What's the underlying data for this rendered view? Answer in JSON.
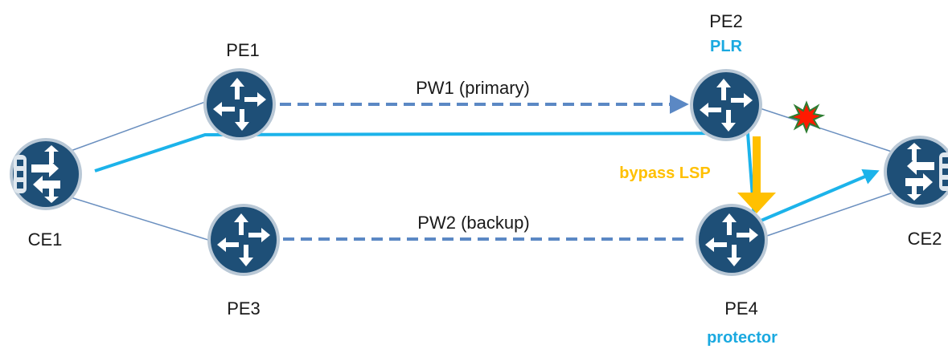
{
  "colors": {
    "router_fill": "#1e4f77",
    "router_ring": "#b9c8d6",
    "router_arrow": "#ffffff",
    "link_line": "#6a8fbf",
    "pseudowire_dashed": "#5b88c4",
    "active_path": "#1cb3ea",
    "bypass_arrow": "#ffc000",
    "role_label": "#1aa9e0",
    "bypass_label": "#ffc000",
    "failure_burst": "#ff1a00",
    "failure_burst_edge": "#2e7d32"
  },
  "nodes": {
    "ce1": {
      "label": "CE1",
      "icon": "customer-edge-router-icon"
    },
    "ce2": {
      "label": "CE2",
      "icon": "customer-edge-router-icon"
    },
    "pe1": {
      "label": "PE1",
      "icon": "router-icon"
    },
    "pe2": {
      "label": "PE2",
      "role": "PLR",
      "icon": "router-icon"
    },
    "pe3": {
      "label": "PE3",
      "icon": "router-icon"
    },
    "pe4": {
      "label": "PE4",
      "role": "protector",
      "icon": "router-icon"
    }
  },
  "pseudowires": {
    "pw1": {
      "label": "PW1 (primary)"
    },
    "pw2": {
      "label": "PW2 (backup)"
    }
  },
  "bypass": {
    "label": "bypass LSP"
  },
  "failure": {
    "icon": "failure-burst-icon"
  }
}
